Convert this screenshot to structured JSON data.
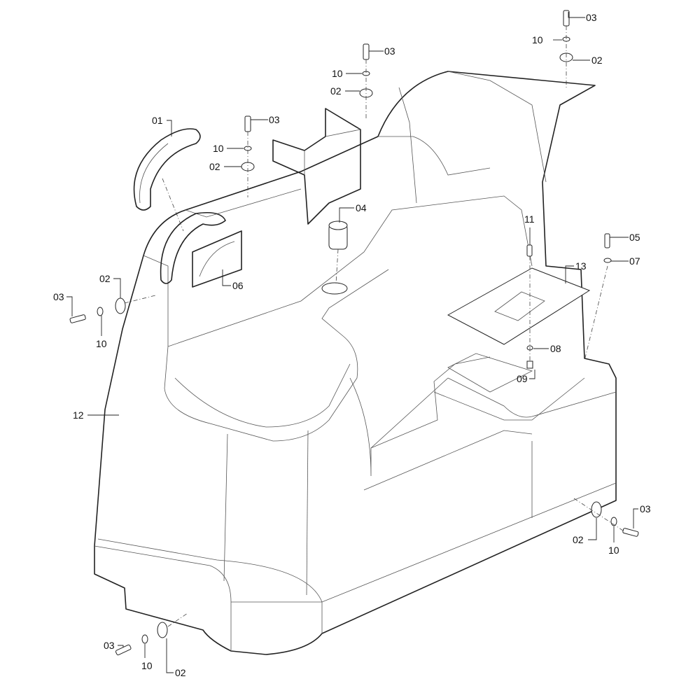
{
  "diagram": {
    "callouts": [
      {
        "id": "c1",
        "text": "03"
      },
      {
        "id": "c2",
        "text": "10"
      },
      {
        "id": "c3",
        "text": "02"
      },
      {
        "id": "c4",
        "text": "03"
      },
      {
        "id": "c5",
        "text": "10"
      },
      {
        "id": "c6",
        "text": "02"
      },
      {
        "id": "c7",
        "text": "01"
      },
      {
        "id": "c8",
        "text": "03"
      },
      {
        "id": "c9",
        "text": "10"
      },
      {
        "id": "c10",
        "text": "02"
      },
      {
        "id": "c11",
        "text": "04"
      },
      {
        "id": "c12",
        "text": "11"
      },
      {
        "id": "c13",
        "text": "05"
      },
      {
        "id": "c14",
        "text": "07"
      },
      {
        "id": "c15",
        "text": "13"
      },
      {
        "id": "c16",
        "text": "02"
      },
      {
        "id": "c17",
        "text": "03"
      },
      {
        "id": "c18",
        "text": "10"
      },
      {
        "id": "c19",
        "text": "06"
      },
      {
        "id": "c20",
        "text": "08"
      },
      {
        "id": "c21",
        "text": "09"
      },
      {
        "id": "c22",
        "text": "12"
      },
      {
        "id": "c23",
        "text": "03"
      },
      {
        "id": "c24",
        "text": "02"
      },
      {
        "id": "c25",
        "text": "10"
      },
      {
        "id": "c26",
        "text": "03"
      },
      {
        "id": "c27",
        "text": "10"
      },
      {
        "id": "c28",
        "text": "02"
      }
    ]
  }
}
